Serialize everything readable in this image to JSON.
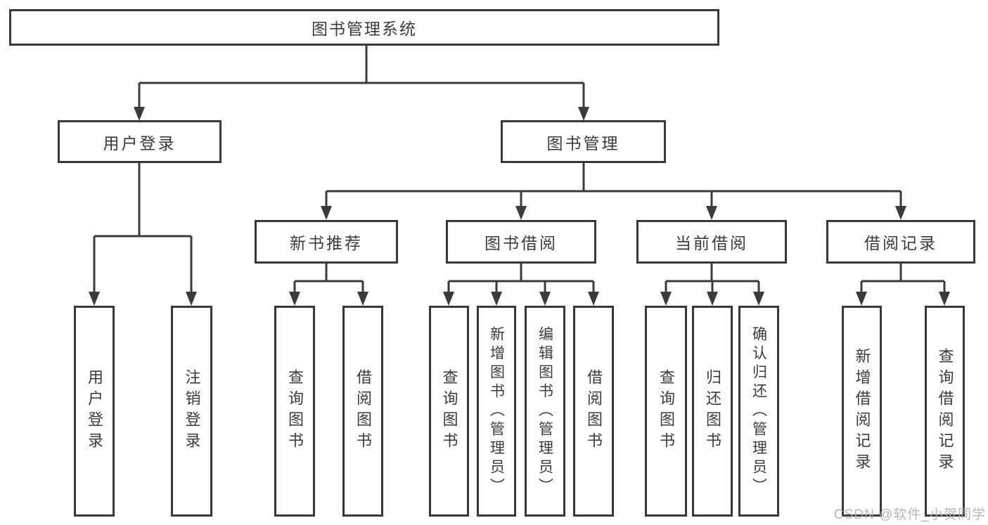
{
  "diagram_title": "图书管理系统",
  "hierarchy": {
    "root": "图书管理系统",
    "children": [
      {
        "label": "用户登录",
        "children": [
          "用户登录",
          "注销登录"
        ]
      },
      {
        "label": "图书管理",
        "children": [
          {
            "label": "新书推荐",
            "children": [
              "查询图书",
              "借阅图书"
            ]
          },
          {
            "label": "图书借阅",
            "children": [
              "查询图书",
              "新增图书（管理员）",
              "编辑图书（管理员）",
              "借阅图书"
            ]
          },
          {
            "label": "当前借阅",
            "children": [
              "查询图书",
              "归还图书",
              "确认归还（管理员）"
            ]
          },
          {
            "label": "借阅记录",
            "children": [
              "新增借阅记录",
              "查询借阅记录"
            ]
          }
        ]
      }
    ]
  },
  "watermark": {
    "text": "CSDN @软件_小贺同学"
  },
  "colors": {
    "line": "#3b3b3b",
    "box_border": "#383838",
    "text": "#3b3b3b",
    "watermark": "#aeaeae",
    "background": "#ffffff"
  }
}
